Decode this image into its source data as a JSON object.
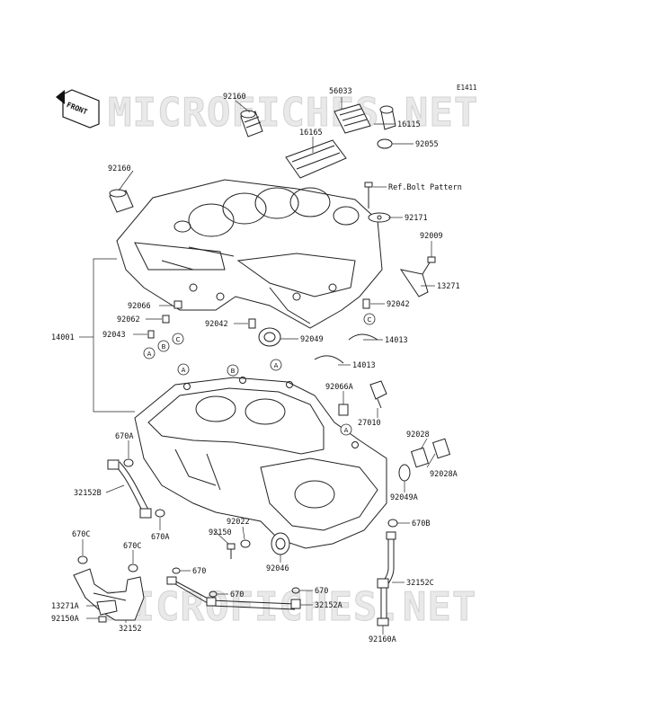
{
  "diagram": {
    "code": "E1411",
    "watermark": "MICROFICHES.NET",
    "front_badge": "FRONT",
    "labels": {
      "p56033": "56033",
      "p92160_top": "92160",
      "p16165": "16165",
      "p16115": "16115",
      "p92055": "92055",
      "p92160_left": "92160",
      "ref_bolt": "Ref.Bolt Pattern",
      "p92171": "92171",
      "p92009": "92009",
      "p13271": "13271",
      "p92066": "92066",
      "p92062": "92062",
      "p14001": "14001",
      "p92043": "92043",
      "p92042_left": "92042",
      "p92042_right": "92042",
      "p92049": "92049",
      "p14013_upper": "14013",
      "p14013_lower": "14013",
      "p92066A": "92066A",
      "p27010": "27010",
      "p670A_upper": "670A",
      "p92028": "92028",
      "p92028A": "92028A",
      "p32152B": "32152B",
      "p92049A": "92049A",
      "p670A_lower": "670A",
      "p92022": "92022",
      "p670B": "670B",
      "p92150": "92150",
      "p670C_left": "670C",
      "p670C_mid": "670C",
      "p92046": "92046",
      "p670_a": "670",
      "p32152C": "32152C",
      "p670_b": "670",
      "p670_c": "670",
      "p13271A": "13271A",
      "p32152A": "32152A",
      "p92150A": "92150A",
      "p32152": "32152",
      "p92160A": "92160A",
      "mark_A": "A",
      "mark_B": "B",
      "mark_C": "C"
    }
  }
}
